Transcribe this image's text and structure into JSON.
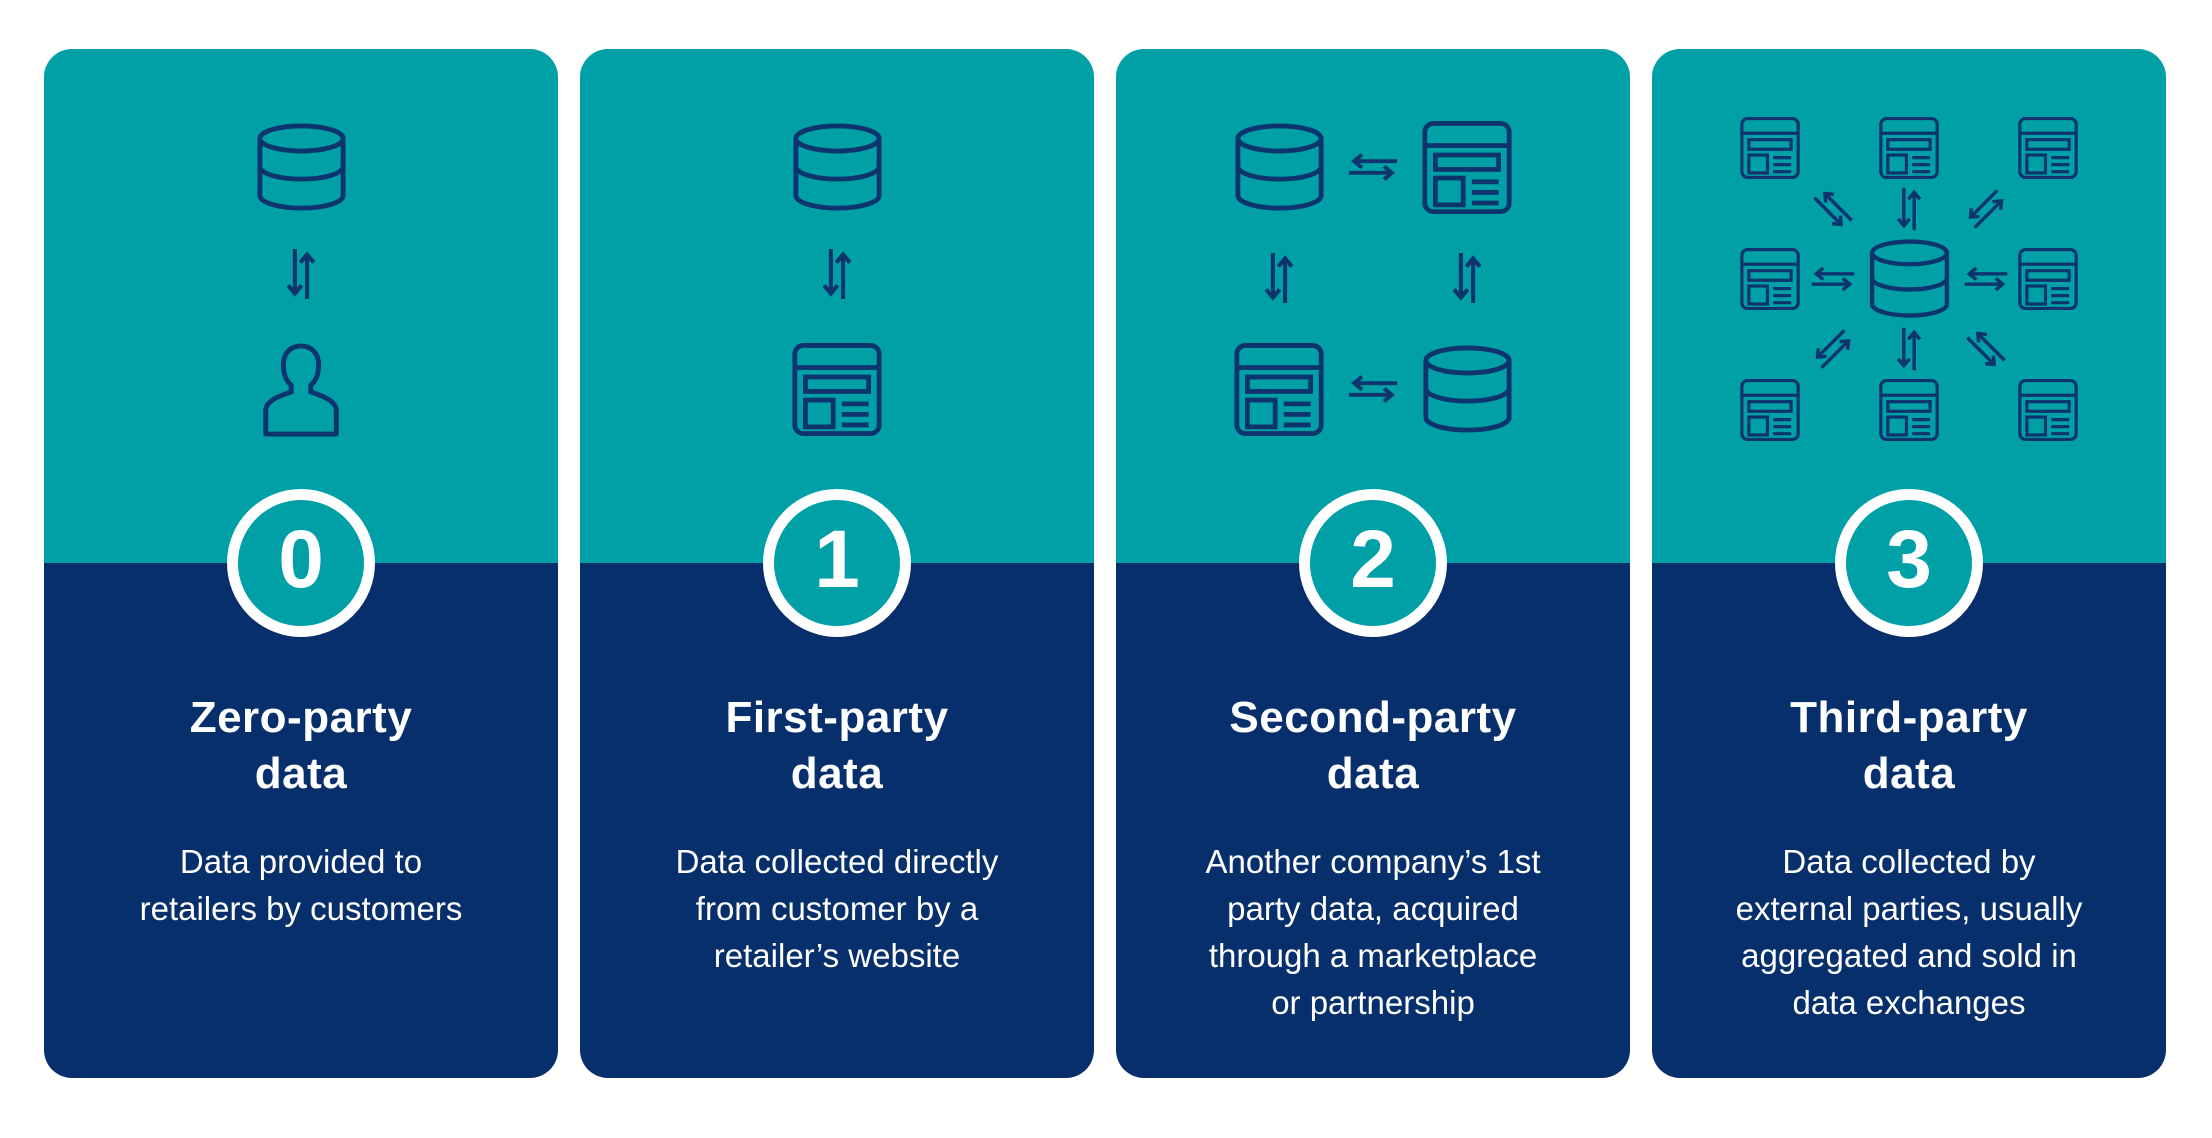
{
  "page": {
    "background": "#FFFFFF"
  },
  "colors": {
    "teal": "#00A0A6",
    "navy": "#072F6C",
    "icon_stroke": "#0E346E",
    "text_on_navy": "#FFFFFF",
    "badge_ring": "#FFFFFF"
  },
  "cards": [
    {
      "number": "0",
      "title_lines": [
        "Zero-party",
        "data"
      ],
      "description_lines": [
        "Data provided to",
        "retailers by customers"
      ],
      "icons": [
        "database-icon",
        "exchange-arrows-vertical-icon",
        "customer-icon"
      ]
    },
    {
      "number": "1",
      "title_lines": [
        "First-party",
        "data"
      ],
      "description_lines": [
        "Data collected directly",
        "from customer by a",
        "retailer’s website"
      ],
      "icons": [
        "database-icon",
        "exchange-arrows-vertical-icon",
        "website-icon"
      ]
    },
    {
      "number": "2",
      "title_lines": [
        "Second-party",
        "data"
      ],
      "description_lines": [
        "Another company’s 1st",
        "party data, acquired",
        "through a marketplace",
        "or partnership"
      ],
      "icons": [
        "database-icon",
        "exchange-arrows-horizontal-icon",
        "website-icon",
        "exchange-arrows-vertical-icon"
      ]
    },
    {
      "number": "3",
      "title_lines": [
        "Third-party",
        "data"
      ],
      "description_lines": [
        "Data collected by",
        "external parties, usually",
        "aggregated and sold in",
        "data exchanges"
      ],
      "icons": [
        "database-icon",
        "website-icon",
        "exchange-arrows-vertical-icon",
        "exchange-arrows-horizontal-icon",
        "exchange-arrows-diagonal-icon"
      ]
    }
  ]
}
